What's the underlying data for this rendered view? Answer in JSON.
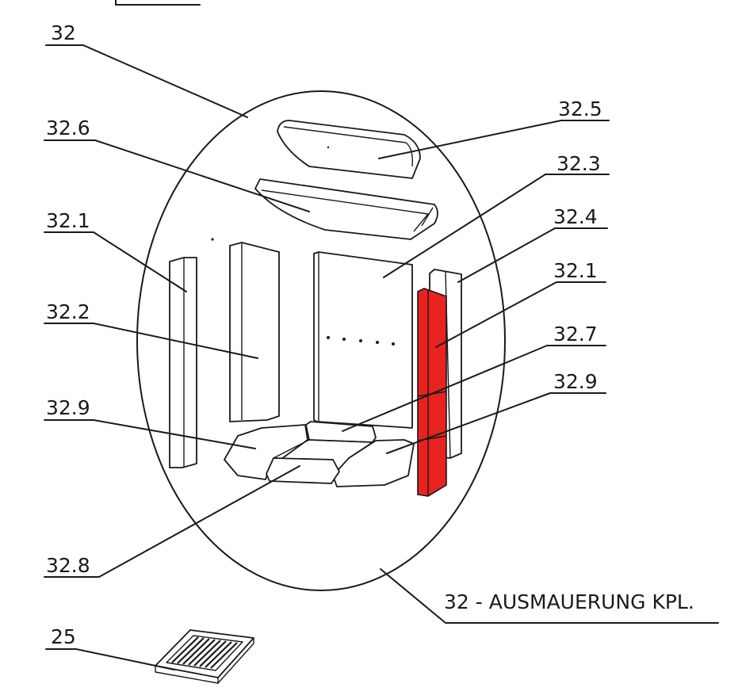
{
  "labels": {
    "top_partial": "...",
    "l32": "32",
    "l32_6": "32.6",
    "l32_1_left": "32.1",
    "l32_2": "32.2",
    "l32_9_left": "32.9",
    "l32_8": "32.8",
    "l25": "25",
    "l32_5": "32.5",
    "l32_3": "32.3",
    "l32_4": "32.4",
    "l32_1_right": "32.1",
    "l32_7": "32.7",
    "l32_9_right": "32.9",
    "caption": "32 - AUSMAUERUNG KPL."
  },
  "colors": {
    "highlight": "#e8231f",
    "line": "#1a1a1a",
    "background": "#ffffff"
  }
}
